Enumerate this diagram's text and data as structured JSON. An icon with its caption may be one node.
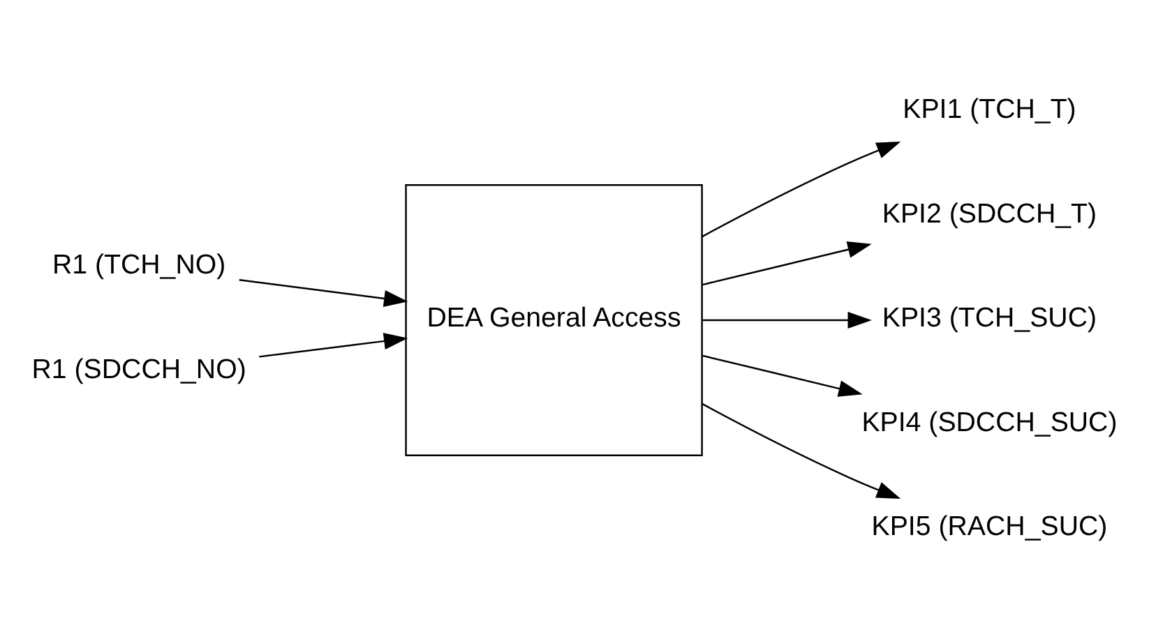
{
  "diagram": {
    "nodes": [
      {
        "text": [
          "R1 (TCH_NO)"
        ]
      },
      {
        "text": [
          "R1 (SDCCH_NO)"
        ]
      },
      {
        "text": [
          "DEA General Access"
        ]
      },
      {
        "text": [
          "KPI1 (TCH_T)"
        ]
      },
      {
        "text": [
          "KPI2 (SDCCH_T)"
        ]
      },
      {
        "text": [
          "KPI3 (TCH_SUC)"
        ]
      },
      {
        "text": [
          "KPI4 (SDCCH_SUC)"
        ]
      },
      {
        "text": [
          "KPI5 (RACH_SUC)"
        ]
      }
    ],
    "edges": [
      {
        "from": 0,
        "to": 2,
        "arrow": "to"
      },
      {
        "from": 1,
        "to": 2,
        "arrow": "to"
      },
      {
        "from": 2,
        "to": 3,
        "arrow": "to"
      },
      {
        "from": 2,
        "to": 4,
        "arrow": "to"
      },
      {
        "from": 2,
        "to": 5,
        "arrow": "to"
      },
      {
        "from": 2,
        "to": 6,
        "arrow": "to"
      },
      {
        "from": 2,
        "to": 7,
        "arrow": "to"
      }
    ]
  }
}
